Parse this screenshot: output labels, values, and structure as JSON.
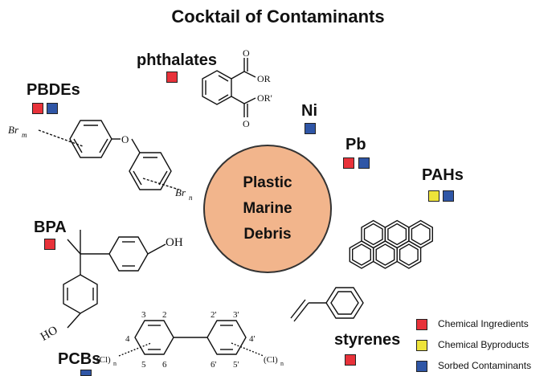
{
  "title": "Cocktail of Contaminants",
  "center": {
    "lines": [
      "Plastic",
      "Marine",
      "Debris"
    ]
  },
  "colors": {
    "ingredient": "#e8323a",
    "byproduct": "#eee33a",
    "sorbed": "#2f56a6",
    "center_fill": "#f2b58c"
  },
  "contaminants": [
    {
      "key": "phthalates",
      "label": "phthalates",
      "categories": [
        "ingredient"
      ]
    },
    {
      "key": "pbdes",
      "label": "PBDEs",
      "categories": [
        "ingredient",
        "sorbed"
      ]
    },
    {
      "key": "ni",
      "label": "Ni",
      "categories": [
        "sorbed"
      ]
    },
    {
      "key": "pb",
      "label": "Pb",
      "categories": [
        "ingredient",
        "sorbed"
      ]
    },
    {
      "key": "pahs",
      "label": "PAHs",
      "categories": [
        "byproduct",
        "sorbed"
      ]
    },
    {
      "key": "bpa",
      "label": "BPA",
      "categories": [
        "ingredient"
      ]
    },
    {
      "key": "styrenes",
      "label": "styrenes",
      "categories": [
        "ingredient"
      ]
    },
    {
      "key": "pcbs",
      "label": "PCBs",
      "categories": [
        "sorbed"
      ]
    }
  ],
  "legend": [
    {
      "category": "ingredient",
      "label": "Chemical Ingredients"
    },
    {
      "category": "byproduct",
      "label": "Chemical Byproducts"
    },
    {
      "category": "sorbed",
      "label": "Sorbed Contaminants"
    }
  ],
  "structures": {
    "phthalate": {
      "or1": "OR",
      "or2": "OR'",
      "o1": "O",
      "o2": "O"
    },
    "pbde": {
      "o": "O",
      "br_m": "Br",
      "m": "m",
      "br_n": "Br",
      "n": "n"
    },
    "bpa": {
      "oh1": "OH",
      "oh2": "HO"
    },
    "pcb": {
      "n2": "2",
      "n3": "3",
      "n4": "4",
      "n5": "5",
      "n6": "6",
      "p2": "2'",
      "p3": "3'",
      "p4": "4'",
      "p5": "5'",
      "p6": "6'",
      "cl1": "(Cl)",
      "cl1n": "n",
      "cl2": "(Cl)",
      "cl2n": "n"
    }
  }
}
